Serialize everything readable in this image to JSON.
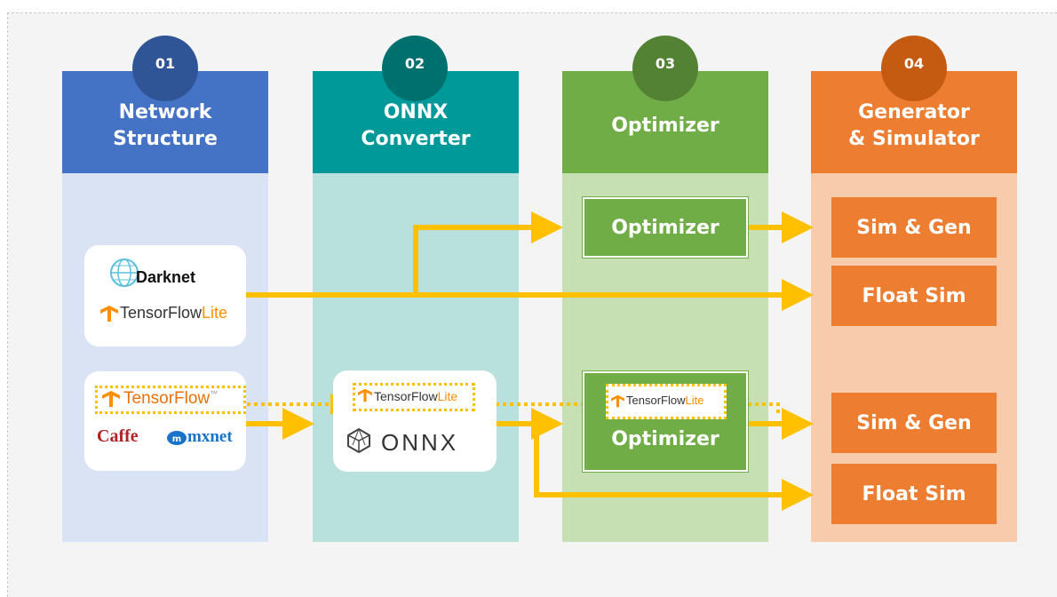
{
  "columns": [
    {
      "number": "01",
      "title_line1": "Network",
      "title_line2": "Structure",
      "color": "#4472c4",
      "body": "#dae3f3"
    },
    {
      "number": "02",
      "title_line1": "ONNX",
      "title_line2": "Converter",
      "color": "#00999a",
      "body": "#b8e0dd"
    },
    {
      "number": "03",
      "title_line1": "Optimizer",
      "title_line2": "",
      "color": "#70ad47",
      "body": "#c6e0b4"
    },
    {
      "number": "04",
      "title_line1": "Generator",
      "title_line2": "& Simulator",
      "color": "#ed7d31",
      "body": "#f8cbad"
    }
  ],
  "circle_colors": [
    "#2f5597",
    "#00706f",
    "#548235",
    "#c55a11"
  ],
  "frameworks": {
    "darknet": "Darknet",
    "tflite_main": "TensorFlow",
    "tflite_suffix": "Lite",
    "tensorflow": "TensorFlow",
    "tm": "™",
    "caffe": "Caffe",
    "mxnet": "mxnet",
    "onnx": "ONNX"
  },
  "optimizer_boxes": [
    "Optimizer",
    "Optimizer"
  ],
  "output_boxes": [
    "Sim & Gen",
    "Float Sim",
    "Sim & Gen",
    "Float Sim"
  ],
  "arrow_color": "#ffc000",
  "icons": [
    "darknet-globe-icon",
    "tensorflow-icon",
    "onnx-icon",
    "mxnet-icon"
  ]
}
